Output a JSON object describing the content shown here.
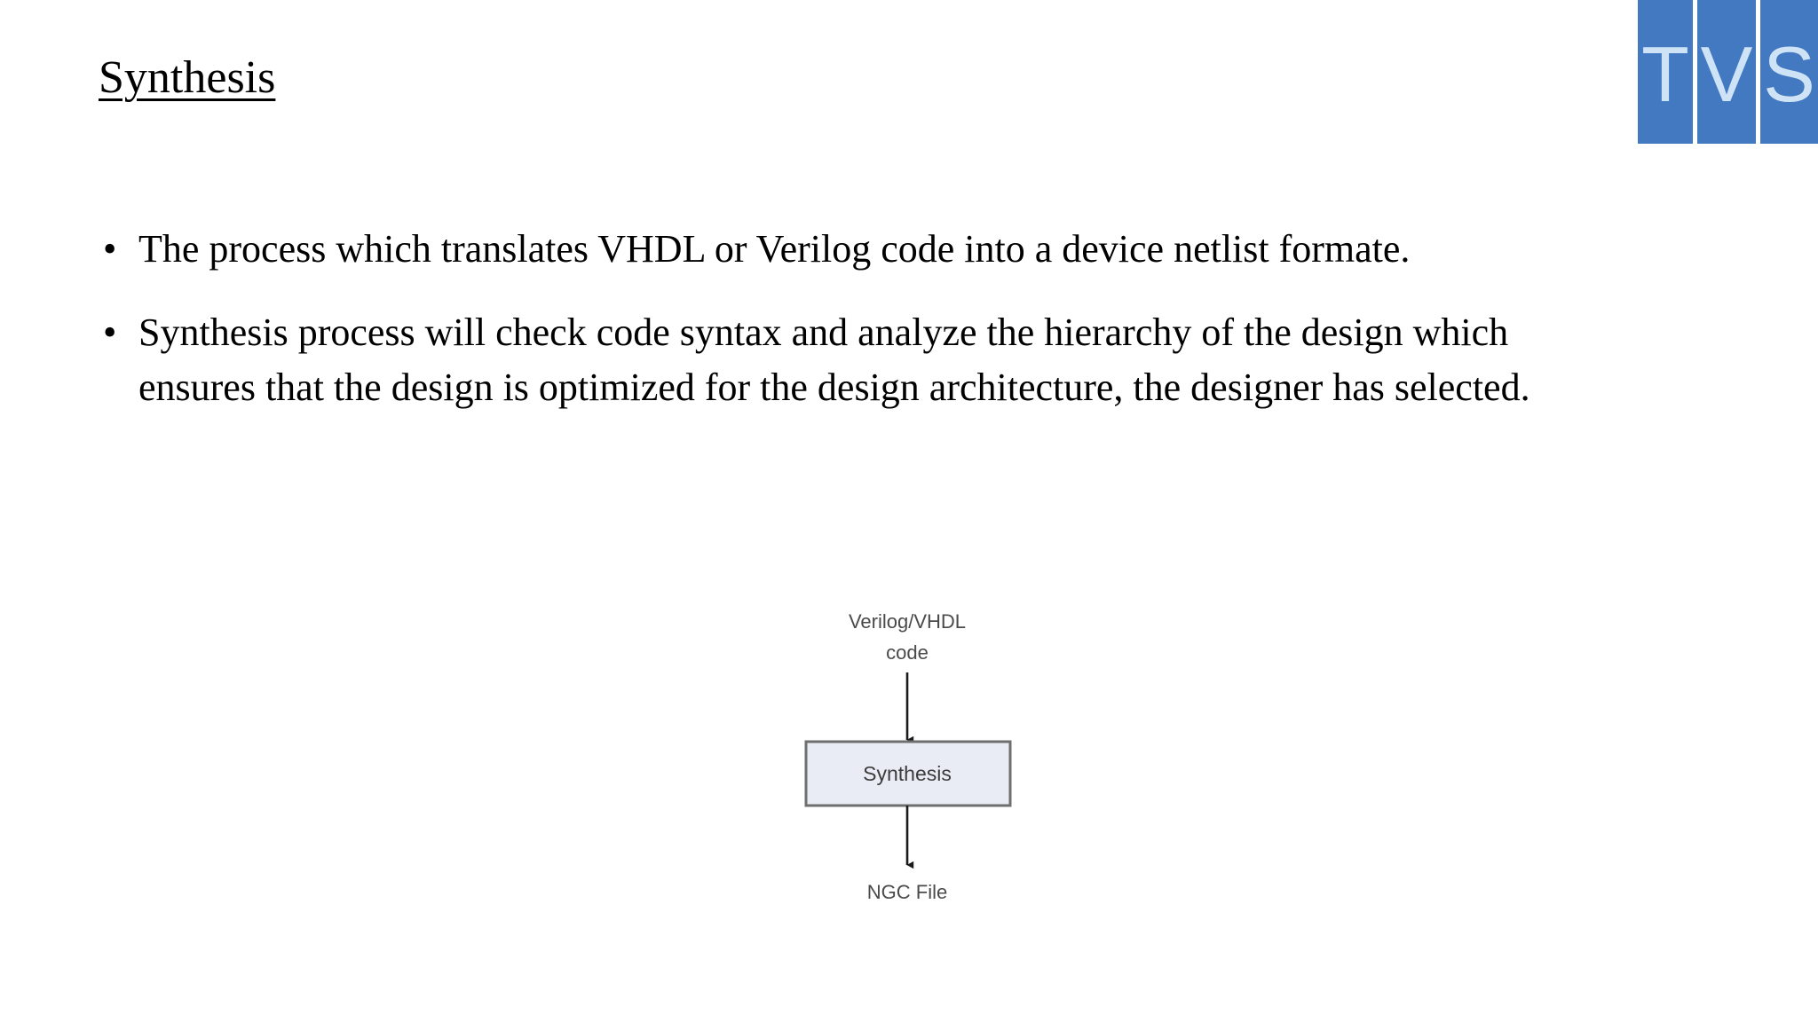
{
  "slide": {
    "title": "Synthesis",
    "background_color": "#ffffff",
    "bullets": [
      {
        "marker": "•",
        "text": "The process which translates VHDL or Verilog code into a device netlist formate."
      },
      {
        "marker": "•",
        "text": "Synthesis process will check code syntax and analyze the hierarchy of the design which ensures that the design is optimized for the design architecture, the designer has selected."
      }
    ]
  },
  "logo": {
    "name": "tvs-logo",
    "bar_color": "#4279c1",
    "letter_color": "#cfe3f7",
    "letters": [
      "T",
      "V",
      "S"
    ]
  },
  "diagram": {
    "type": "flowchart",
    "input_label_line1": "Verilog/VHDL",
    "input_label_line2": "code",
    "process_label": "Synthesis",
    "output_label": "NGC File",
    "box_fill": "#e9ecf5",
    "box_stroke": "#6f6f6f",
    "arrow_color": "#1a1a1a",
    "text_color": "#4a4a4a"
  }
}
